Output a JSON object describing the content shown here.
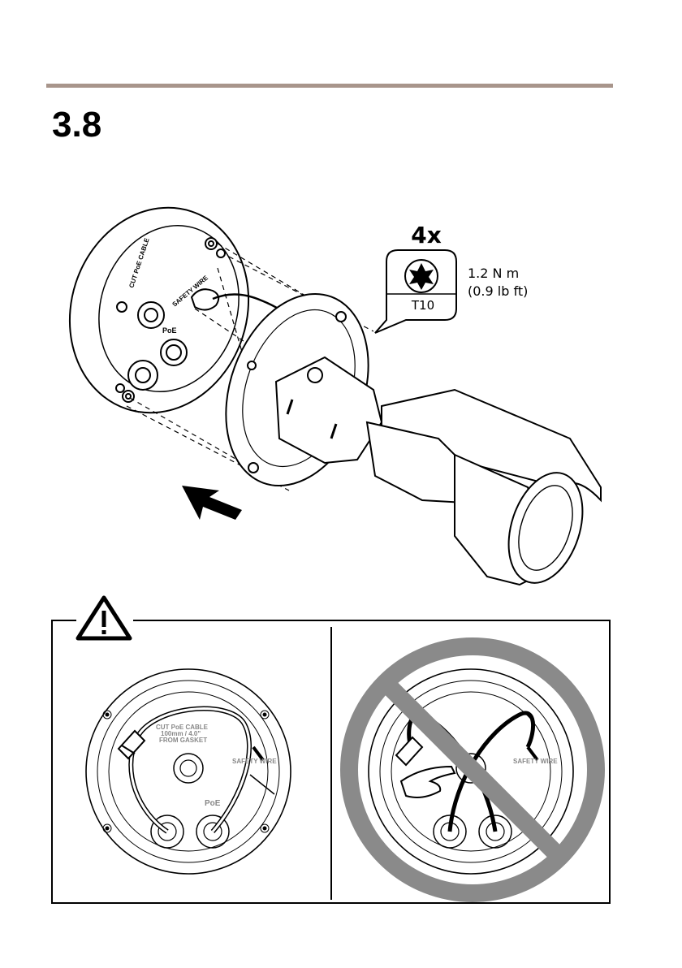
{
  "section": {
    "number": "3.8"
  },
  "torque_callout": {
    "count": "4x",
    "bit": "T10",
    "torque_metric": "1.2 N m",
    "torque_imperial": "(0.9 lb ft)"
  },
  "base_labels": {
    "safety_wire": "SAFETY WIRE",
    "poe": "PoE",
    "cut_cable_line1": "CUT PoE CABLE",
    "cut_cable_line2": "100mm / 4.0\"",
    "cut_cable_line3": "FROM GASKET"
  },
  "icons": {
    "warning": "warning-triangle-icon",
    "prohibited": "prohibited-sign-icon",
    "arrow": "direction-arrow-icon",
    "torx": "torx-t10-icon"
  },
  "colors": {
    "rule": "#a8958b",
    "prohibited": "#8a8a8a",
    "line": "#000000"
  }
}
